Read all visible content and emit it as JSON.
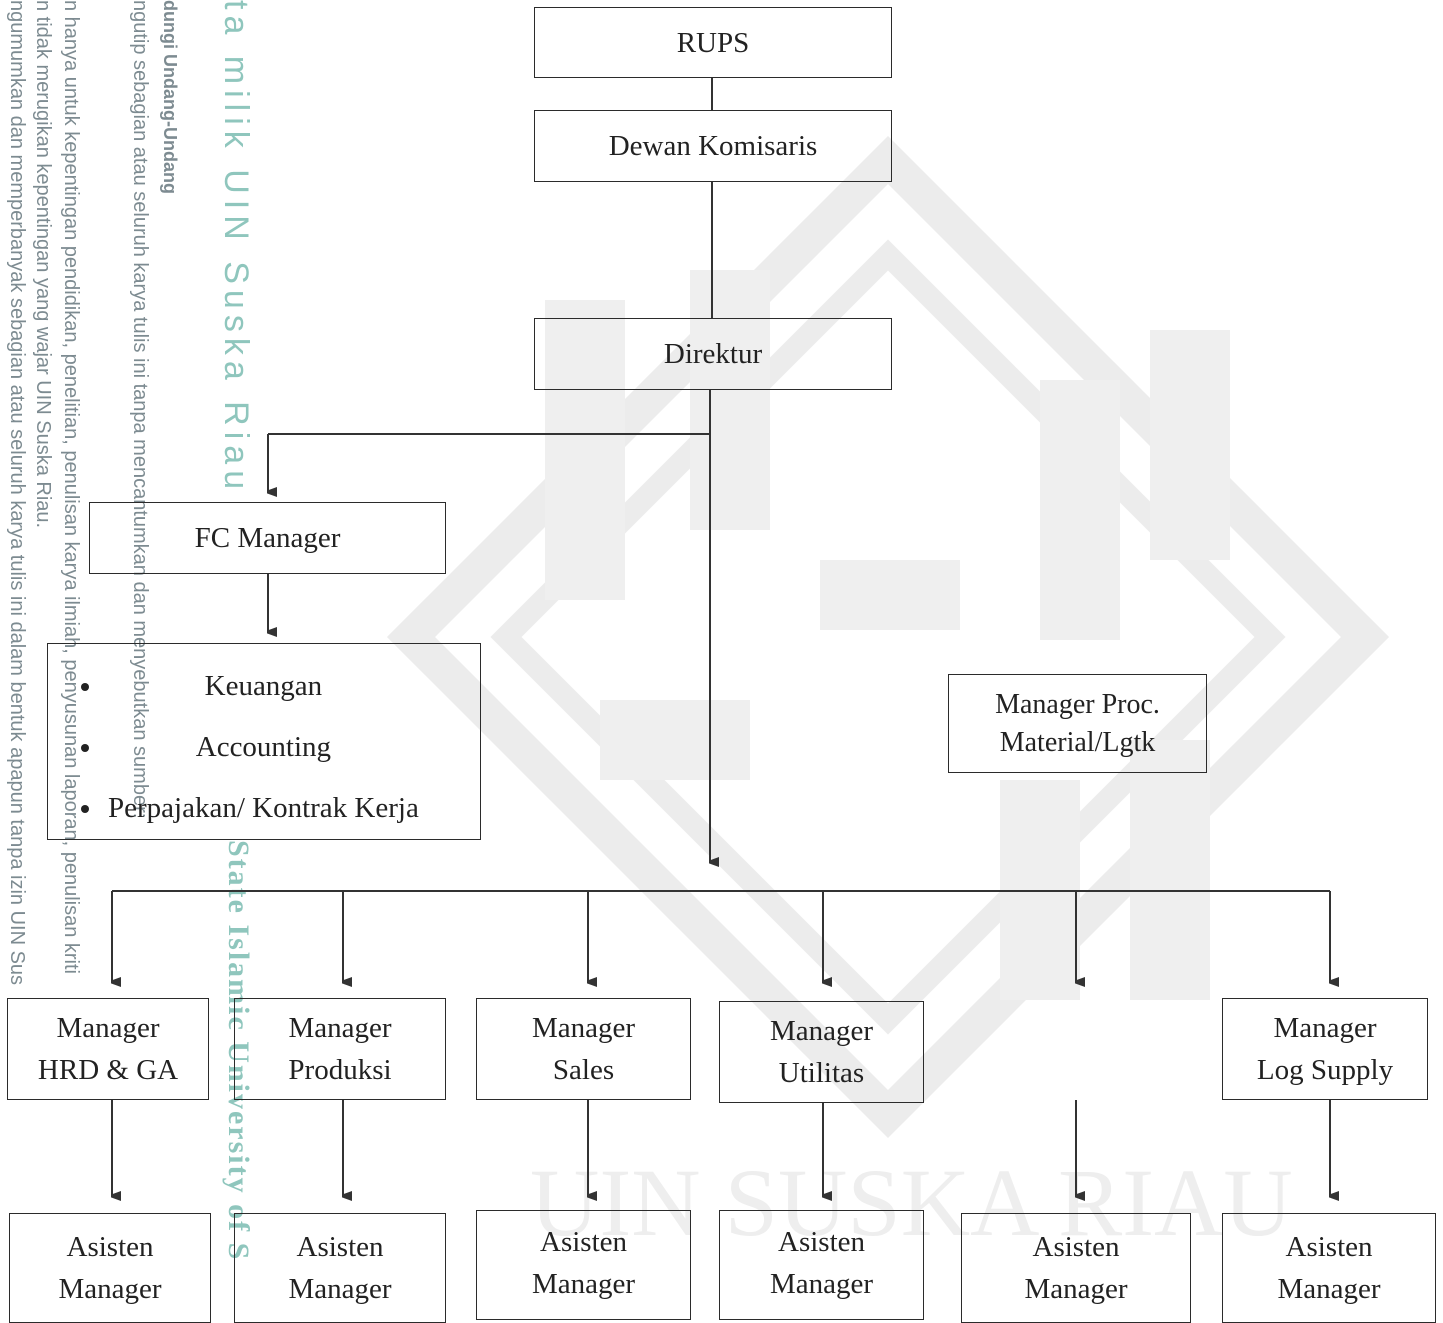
{
  "org_chart": {
    "top": {
      "rups": "RUPS",
      "komisaris": "Dewan Komisaris",
      "direktur": "Direktur"
    },
    "fc_manager": "FC Manager",
    "fc_units": [
      "Keuangan",
      "Accounting",
      "Perpajakan/  Kontrak Kerja"
    ],
    "proc_manager": {
      "line1": "Manager Proc.",
      "line2": "Material/Lgtk"
    },
    "managers": [
      {
        "line1": "Manager",
        "line2": "HRD & GA"
      },
      {
        "line1": "Manager",
        "line2": "Produksi"
      },
      {
        "line1": "Manager",
        "line2": "Sales"
      },
      {
        "line1": "Manager",
        "line2": "Utilitas"
      },
      {
        "line1": "Manager",
        "line2": "Log Supply"
      }
    ],
    "assistants": [
      {
        "line1": "Asisten",
        "line2": "Manager"
      },
      {
        "line1": "Asisten",
        "line2": "Manager"
      },
      {
        "line1": "Asisten",
        "line2": "Manager"
      },
      {
        "line1": "Asisten",
        "line2": "Manager"
      },
      {
        "line1": "Asisten",
        "line2": "Manager"
      },
      {
        "line1": "Asisten",
        "line2": "Manager"
      }
    ]
  },
  "watermark": {
    "col1": "ngumumkan dan memperbanyak sebagian atau seluruh karya tulis ini dalam bentuk apapun tanpa izin UIN Sus",
    "col2": "n tidak merugikan kepentingan yang wajar UIN Suska Riau.",
    "col3": "n hanya untuk kepentingan pendidikan, penelitian, penulisan karya ilmiah, penyusunan laporan, penulisan kriti",
    "col4": "ngutip sebagian atau seluruh karya tulis ini tanpa mencantumkan dan menyebutkan sumber:",
    "col5": "dungi Undang-Undang",
    "col6": "ta milik UIN Suska Riau",
    "col7": "State Islamic University of S",
    "bottom": "UIN SUSKA RIAU",
    "color_text": "#6f7f86",
    "color_green": "#5aa59a",
    "color_logo": "#e7e7e7"
  }
}
